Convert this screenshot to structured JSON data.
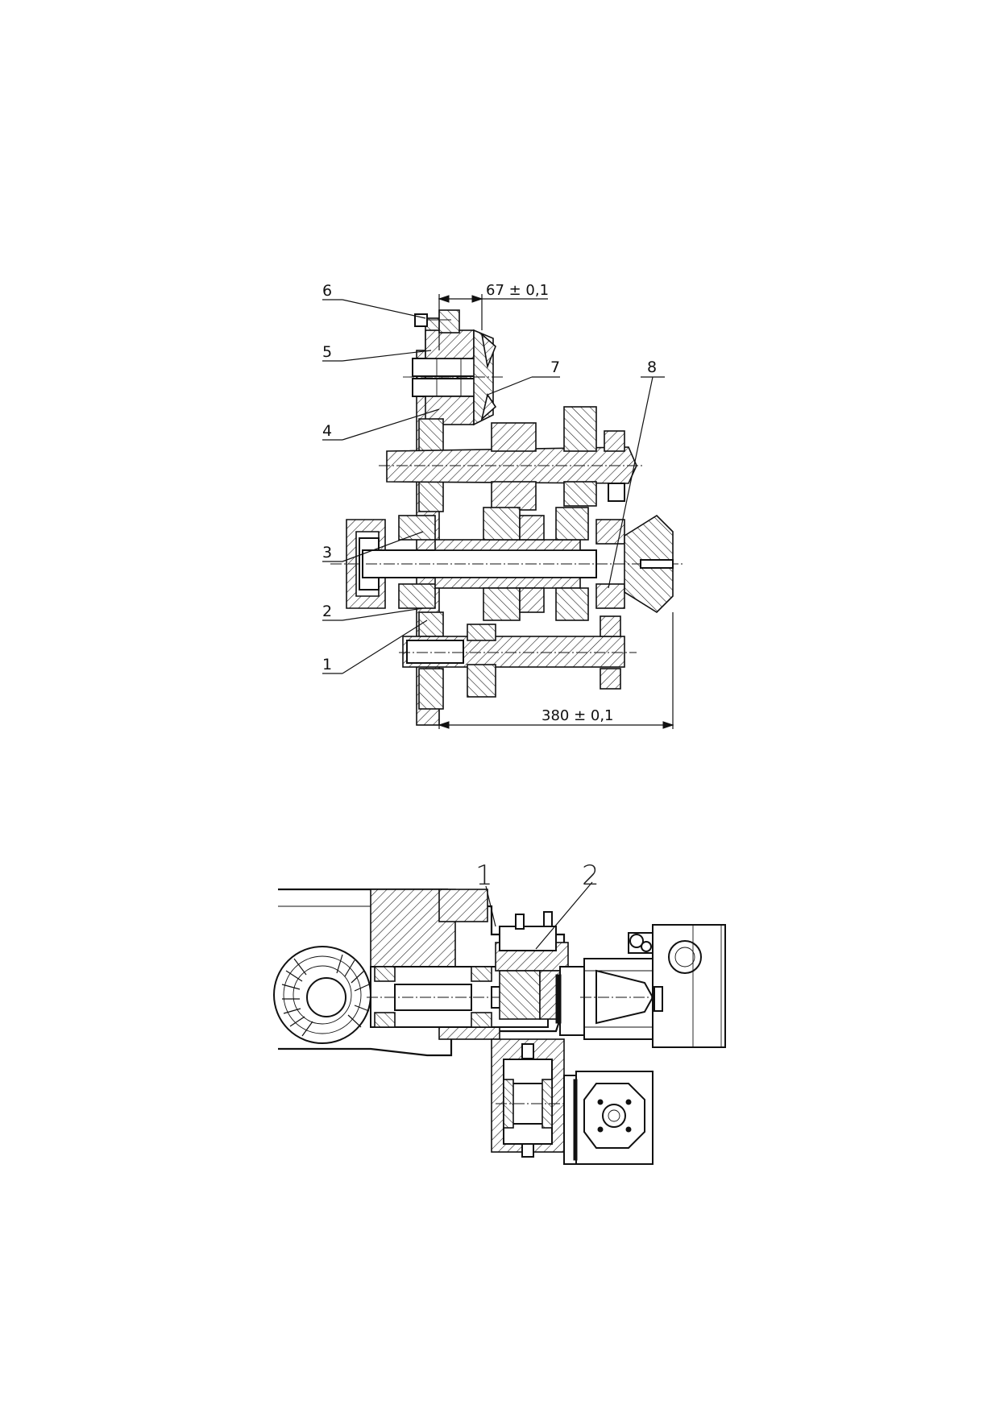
{
  "figure_top": {
    "callouts": {
      "c1": "1",
      "c2": "2",
      "c3": "3",
      "c4": "4",
      "c5": "5",
      "c6": "6",
      "c7": "7",
      "c8": "8"
    },
    "dimensions": {
      "top": "67 ± 0,1",
      "bottom": "380 ± 0,1"
    }
  },
  "figure_bottom": {
    "callouts": {
      "c1": "1",
      "c2": "2"
    }
  }
}
